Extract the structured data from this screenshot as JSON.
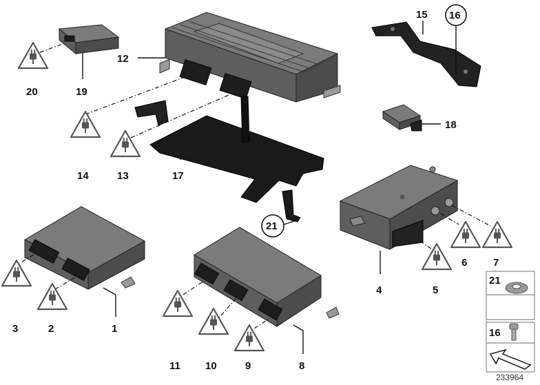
{
  "labels": {
    "p1": "1",
    "p2": "2",
    "p3": "3",
    "p4": "4",
    "p5": "5",
    "p6": "6",
    "p7": "7",
    "p8": "8",
    "p9": "9",
    "p10": "10",
    "p11": "11",
    "p12": "12",
    "p13": "13",
    "p14": "14",
    "p15": "15",
    "p16": "16",
    "p17": "17",
    "p18": "18",
    "p19": "19",
    "p20": "20",
    "p21": "21"
  },
  "legend": {
    "item_21": "21",
    "item_16": "16"
  },
  "document_id": "233964",
  "icons": [
    "connector-warning-icon",
    "washer-icon",
    "bolt-icon",
    "arrow-icon"
  ],
  "colors": {
    "part_dark": "#4c4c4c",
    "part_mid": "#7b7b7b",
    "warning_outline": "#555555"
  }
}
